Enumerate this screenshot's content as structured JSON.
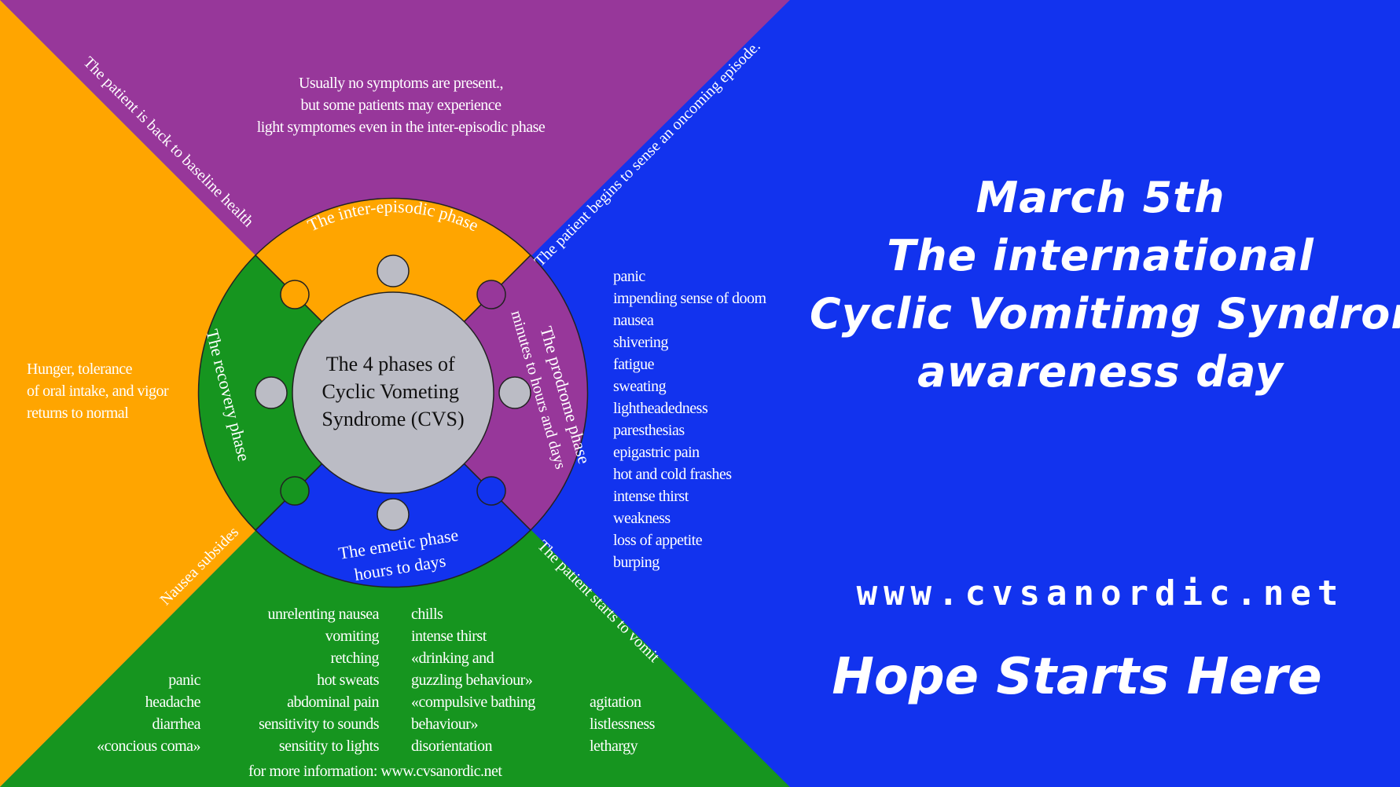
{
  "colors": {
    "purple": "#97379a",
    "orange": "#ffa500",
    "green": "#16951f",
    "blue": "#1233ee",
    "center_gray": "#bbbcc5",
    "white": "#ffffff"
  },
  "diagram": {
    "center_title": [
      "The 4 phases of",
      "Cyclic Vometing",
      "Syndrome (CVS)"
    ],
    "phases": {
      "inter_episodic": {
        "label": "The inter-episodic phase",
        "color": "orange"
      },
      "prodrome": {
        "label": "The prodrome phase",
        "duration": "minutes to hours and days",
        "color": "purple"
      },
      "emetic": {
        "label": "The emetic phase",
        "duration": "hours to days",
        "color": "blue"
      },
      "recovery": {
        "label": "The recovery phase",
        "color": "green"
      }
    },
    "transitions": {
      "top_left": "The patient is back to baseline health",
      "top_right": "The patient begins to sense an oncoming episode.",
      "bottom_right": "The patient starts to vomit",
      "bottom_left": "Nausea subsides"
    },
    "inter_episodic_note": [
      "Usually no symptoms are present.,",
      "but some patients may experience",
      "light symptomes even in the inter-episodic phase"
    ],
    "recovery_note": [
      "Hunger, tolerance",
      "of oral intake, and vigor",
      "returns to normal"
    ],
    "prodrome_symptoms": [
      "panic",
      "impending sense of doom",
      "nausea",
      "shivering",
      "fatigue",
      "sweating",
      "lightheadedness",
      "paresthesias",
      "epigastric pain",
      "hot and cold frashes",
      "intense thirst",
      "weakness",
      "loss of appetite",
      "burping"
    ],
    "emetic_symptoms": {
      "col1": [
        "panic",
        "headache",
        "diarrhea",
        "«concious coma»"
      ],
      "col2": [
        "unrelenting nausea",
        "vomiting",
        "retching",
        "hot sweats",
        "abdominal pain",
        "sensitivity to sounds",
        "sensitity to lights"
      ],
      "col3": [
        "chills",
        "intense thirst",
        "«drinking and",
        "guzzling behaviour»",
        "«compulsive bathing",
        "behaviour»",
        "disorientation"
      ],
      "col4": [
        "agitation",
        "listlessness",
        "lethargy"
      ]
    },
    "footer": "for more information: www.cvsanordic.net"
  },
  "panel": {
    "headline": [
      "March 5th",
      "The international",
      "Cyclic Vomitimg  Syndrome",
      "awareness day"
    ],
    "website": "www.cvsanordic.net",
    "tagline": "Hope Starts Here"
  }
}
